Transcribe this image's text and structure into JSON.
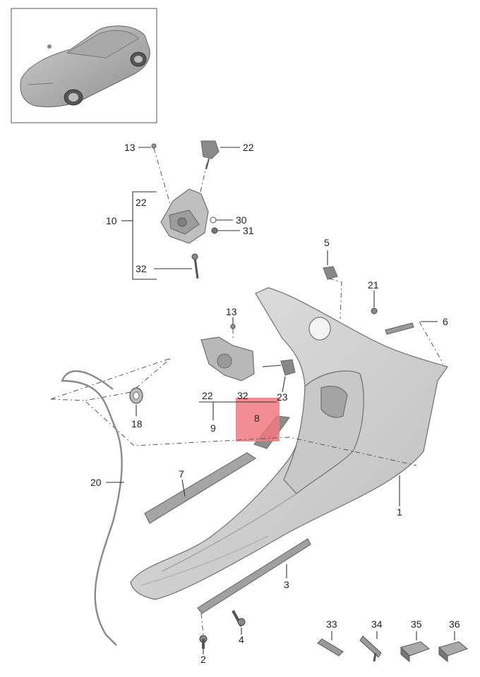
{
  "diagram": {
    "callouts": {
      "c1": "1",
      "c2": "2",
      "c3": "3",
      "c4": "4",
      "c5": "5",
      "c6": "6",
      "c7": "7",
      "c8": "8",
      "c9": "9",
      "c10": "10",
      "c13a": "13",
      "c13b": "13",
      "c18": "18",
      "c20": "20",
      "c21": "21",
      "c22a": "22",
      "c22b": "22",
      "c22c": "22",
      "c23": "23",
      "c30": "30",
      "c31": "31",
      "c32a": "32",
      "c32b": "32",
      "c33": "33",
      "c34": "34",
      "c35": "35",
      "c36": "36"
    },
    "highlight_color": "#f07a80",
    "panel_color": "#d6d6d6"
  }
}
